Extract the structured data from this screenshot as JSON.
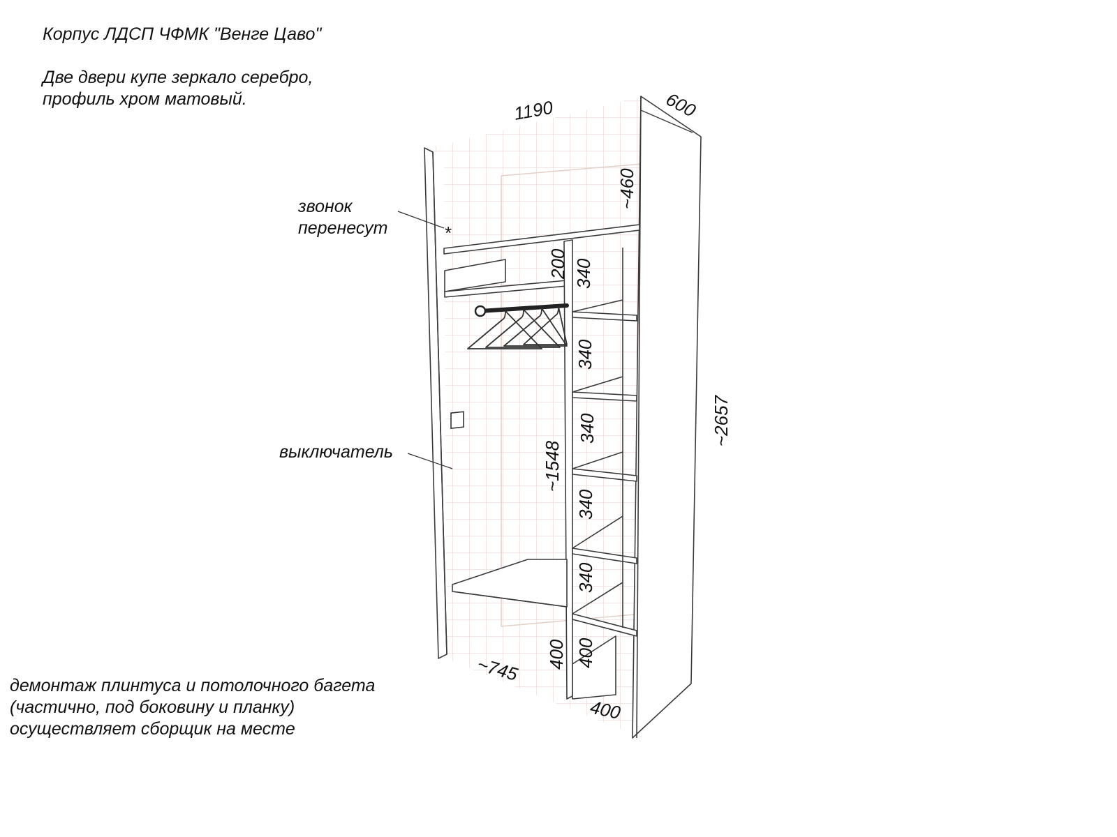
{
  "notes": {
    "material": "Корпус ЛДСП ЧФМК \"Венге Цаво\"",
    "doors_line1": "Две двери купе зеркало серебро,",
    "doors_line2": "профиль хром матовый.",
    "bell_line1": "звонок",
    "bell_line2": "перенесут",
    "switch": "выключатель",
    "bottom_line1": "демонтаж плинтуса и потолочного багета",
    "bottom_line2": "(частично, под боковину и планку)",
    "bottom_line3": "осуществляет сборщик на месте",
    "star": "*"
  },
  "dimensions": {
    "width": "1190",
    "depth": "600",
    "top_gap": "~460",
    "height": "~2657",
    "hang_height": "~1548",
    "top_shelf": "200",
    "shelf_1": "340",
    "shelf_2": "340",
    "shelf_3": "340",
    "shelf_4": "340",
    "shelf_5": "340",
    "bottom_left": "400",
    "bottom_mid": "400",
    "bottom_depth": "400",
    "bottom_width": "~745"
  },
  "colors": {
    "grid": "#e7d8d2",
    "outline": "#3a3a3a",
    "background": "#ffffff"
  }
}
